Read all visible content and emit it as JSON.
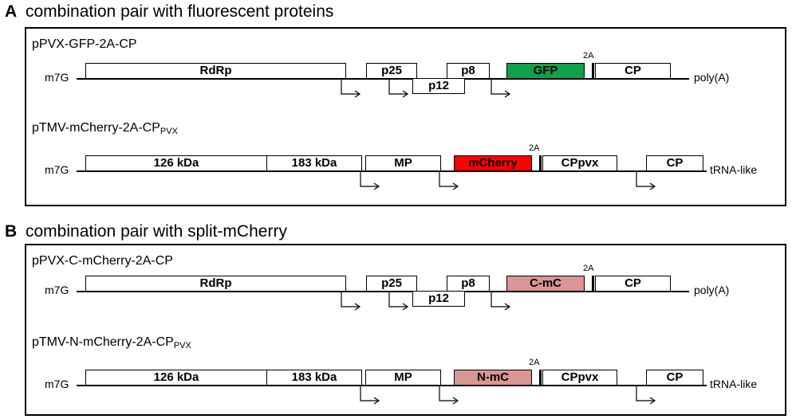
{
  "colors": {
    "gfp": "#0fa24a",
    "mcherry": "#ff0000",
    "split": "#d99694"
  },
  "panels": [
    {
      "letter": "A",
      "title": "combination pair with fluorescent proteins",
      "pvx": {
        "name": "pPVX-GFP-2A-CP",
        "left_end": "m7G",
        "right_end": "poly(A)",
        "genes": {
          "rdrp": "RdRp",
          "p25": "p25",
          "p12": "p12",
          "p8": "p8",
          "fp": "GFP",
          "cp": "CP"
        },
        "label_2a": "2A"
      },
      "tmv": {
        "name_main": "pTMV-mCherry-2A-CP",
        "name_sub": "PVX",
        "left_end": "m7G",
        "right_end": "tRNA-like",
        "genes": {
          "k126": "126 kDa",
          "k183": "183 kDa",
          "mp": "MP",
          "fp": "mCherry",
          "cppvx": "CPpvx",
          "cp": "CP"
        },
        "label_2a": "2A"
      }
    },
    {
      "letter": "B",
      "title": "combination pair with split-mCherry",
      "pvx": {
        "name": "pPVX-C-mCherry-2A-CP",
        "left_end": "m7G",
        "right_end": "poly(A)",
        "genes": {
          "rdrp": "RdRp",
          "p25": "p25",
          "p12": "p12",
          "p8": "p8",
          "fp": "C-mC",
          "cp": "CP"
        },
        "label_2a": "2A"
      },
      "tmv": {
        "name_main": "pTMV-N-mCherry-2A-CP",
        "name_sub": "PVX",
        "left_end": "m7G",
        "right_end": "tRNA-like",
        "genes": {
          "k126": "126 kDa",
          "k183": "183 kDa",
          "mp": "MP",
          "fp": "N-mC",
          "cppvx": "CPpvx",
          "cp": "CP"
        },
        "label_2a": "2A"
      }
    }
  ]
}
